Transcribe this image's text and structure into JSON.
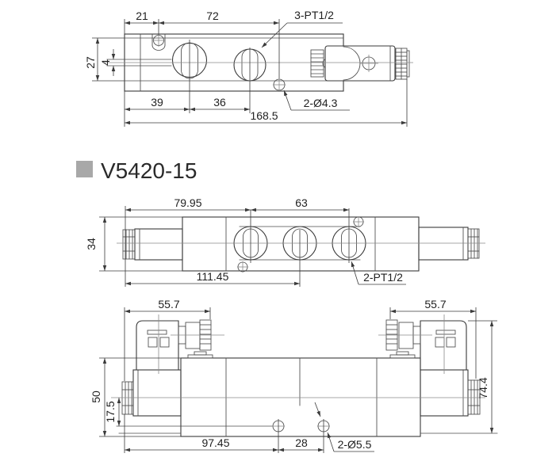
{
  "section_label": {
    "text": "V5420-15",
    "bullet_color": "#a8a8a8"
  },
  "top_view": {
    "dim_left_to_hole": "21",
    "dim_hole_to_hole": "72",
    "port_thread_label": "3-PT1/2",
    "dim_body_width": "27",
    "dim_slot": "4",
    "dim_port1": "39",
    "dim_port2": "36",
    "mount_hole_label": "2-Ø4.3",
    "dim_overall": "168.5"
  },
  "middle_view": {
    "dim_end_to_port1": "79.95",
    "dim_port_span": "63",
    "dim_body_width": "34",
    "dim_end_to_port2": "111.45",
    "port_thread_label": "2-PT1/2"
  },
  "bottom_view": {
    "dim_connector_left": "55.7",
    "dim_connector_right": "55.7",
    "dim_body_height": "50",
    "dim_axis_height": "17.5",
    "dim_total_height": "74.4",
    "dim_end_to_hole1": "97.45",
    "dim_hole_spacing": "28",
    "mount_hole_label": "2-Ø5.5"
  }
}
